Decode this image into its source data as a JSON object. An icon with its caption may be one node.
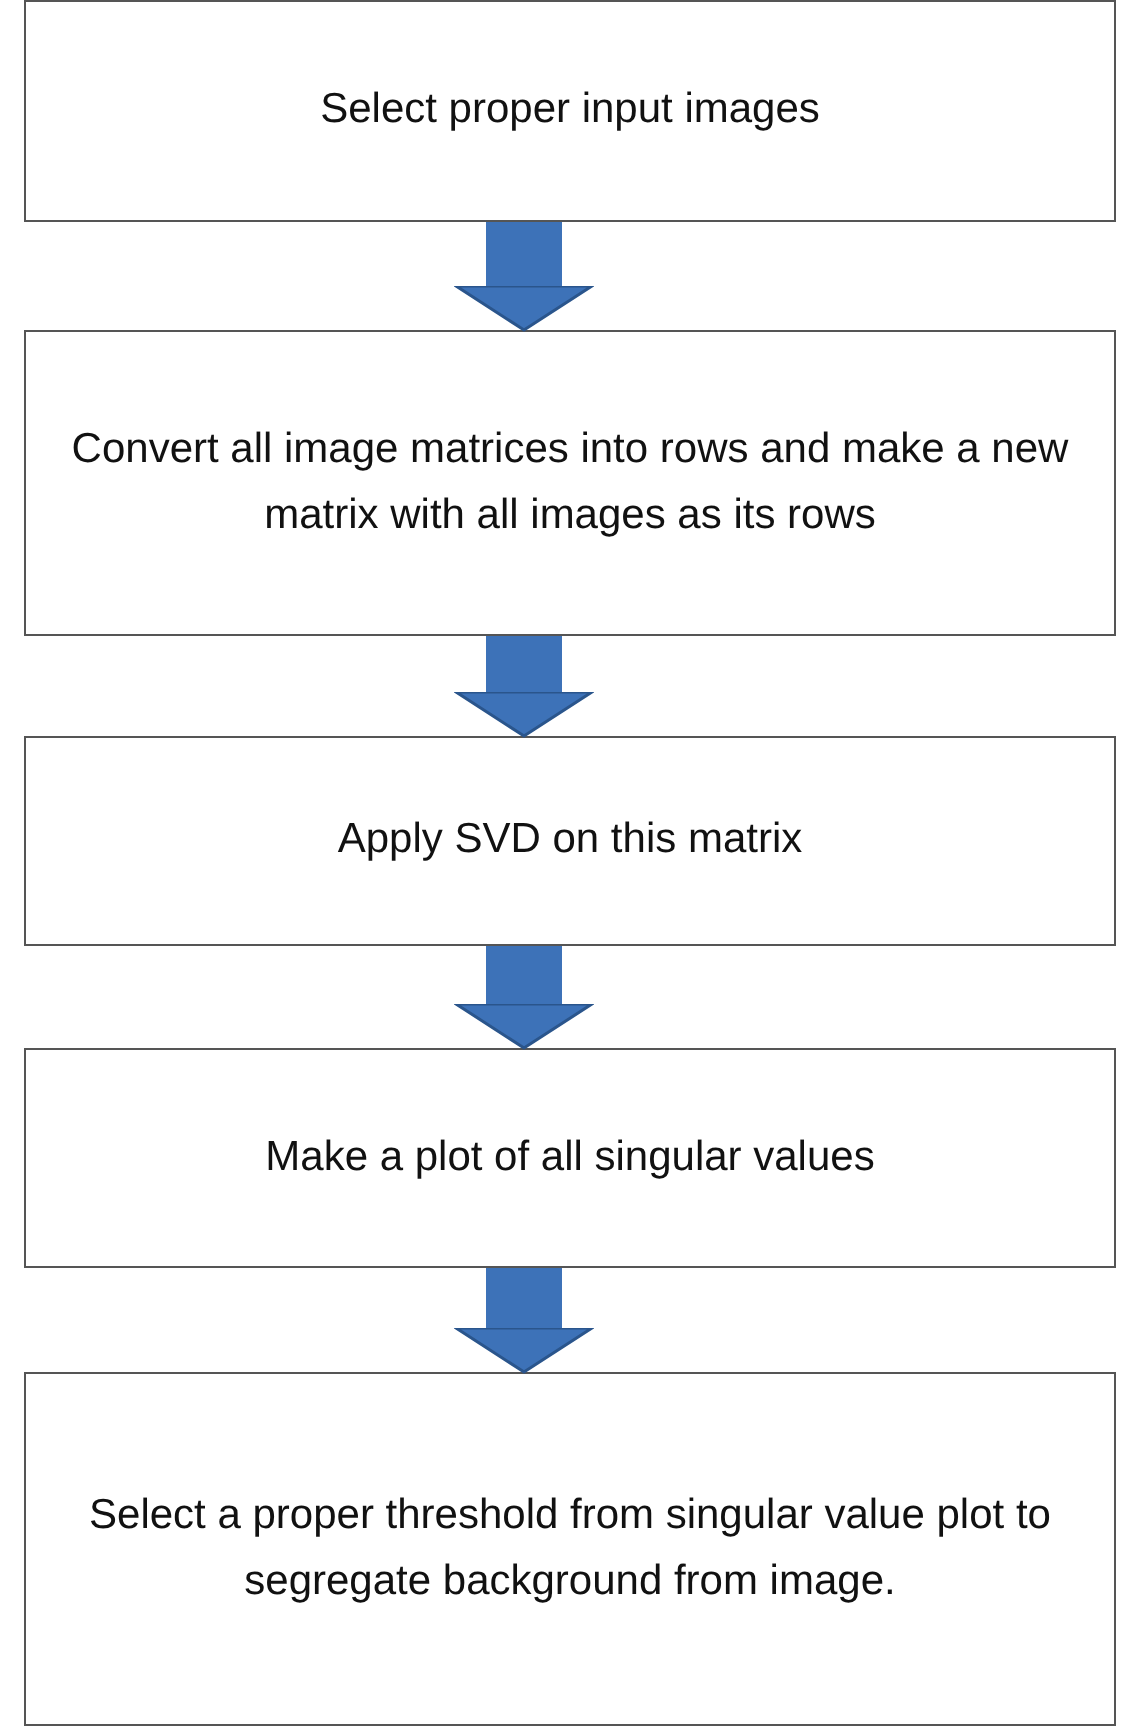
{
  "diagram": {
    "nodes": [
      {
        "text": [
          "Select proper input images"
        ]
      },
      {
        "text": [
          "Convert all image matrices into rows and make a new matrix with all images as its rows"
        ]
      },
      {
        "text": [
          "Apply SVD on this matrix"
        ]
      },
      {
        "text": [
          "Make a plot of all singular values"
        ]
      },
      {
        "text": [
          "Select a proper threshold from singular value plot to segregate background from image."
        ]
      }
    ],
    "edges": [
      {
        "from": 0,
        "to": 1,
        "arrow": "to"
      },
      {
        "from": 1,
        "to": 2,
        "arrow": "to"
      },
      {
        "from": 2,
        "to": 3,
        "arrow": "to"
      },
      {
        "from": 3,
        "to": 4,
        "arrow": "to"
      }
    ]
  }
}
